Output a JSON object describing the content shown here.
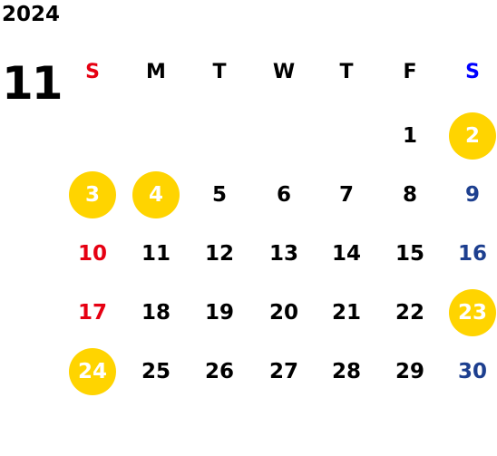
{
  "calendar": {
    "year": "2024",
    "month": "11",
    "weekdays": [
      {
        "label": "S",
        "color": "#e60012"
      },
      {
        "label": "M",
        "color": "#000000"
      },
      {
        "label": "T",
        "color": "#000000"
      },
      {
        "label": "W",
        "color": "#000000"
      },
      {
        "label": "T",
        "color": "#000000"
      },
      {
        "label": "F",
        "color": "#000000"
      },
      {
        "label": "S",
        "color": "#0000ff"
      }
    ],
    "weeks": [
      [
        null,
        null,
        null,
        null,
        null,
        {
          "day": "1"
        },
        {
          "day": "2",
          "highlighted": true
        }
      ],
      [
        {
          "day": "3",
          "highlighted": true
        },
        {
          "day": "4",
          "highlighted": true
        },
        {
          "day": "5"
        },
        {
          "day": "6"
        },
        {
          "day": "7"
        },
        {
          "day": "8"
        },
        {
          "day": "9"
        }
      ],
      [
        {
          "day": "10"
        },
        {
          "day": "11"
        },
        {
          "day": "12"
        },
        {
          "day": "13"
        },
        {
          "day": "14"
        },
        {
          "day": "15"
        },
        {
          "day": "16"
        }
      ],
      [
        {
          "day": "17"
        },
        {
          "day": "18"
        },
        {
          "day": "19"
        },
        {
          "day": "20"
        },
        {
          "day": "21"
        },
        {
          "day": "22"
        },
        {
          "day": "23",
          "highlighted": true
        }
      ],
      [
        {
          "day": "24",
          "highlighted": true
        },
        {
          "day": "25"
        },
        {
          "day": "26"
        },
        {
          "day": "27"
        },
        {
          "day": "28"
        },
        {
          "day": "29"
        },
        {
          "day": "30"
        }
      ]
    ],
    "colors": {
      "sunday_text": "#e60012",
      "saturday_text": "#1d3f8f",
      "weekday_text": "#000000",
      "highlight_fill": "#ffd400",
      "highlight_text": "#ffffff"
    }
  }
}
